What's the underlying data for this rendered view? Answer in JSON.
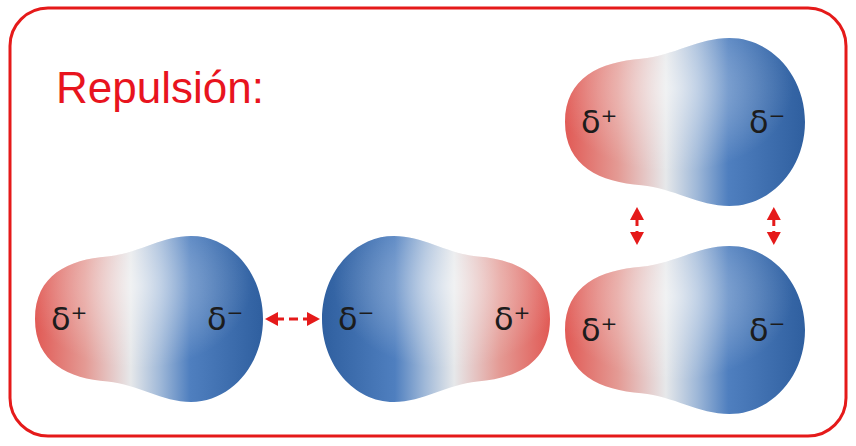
{
  "diagram": {
    "title": "Repulsión:",
    "nodes": [
      {
        "text": [
          "δ⁺",
          "δ⁻"
        ]
      },
      {
        "text": [
          "δ⁺",
          "δ⁻"
        ]
      },
      {
        "text": [
          "δ⁻",
          "δ⁺"
        ]
      },
      {
        "text": [
          "δ⁺",
          "δ⁻"
        ]
      }
    ],
    "edges": [
      {
        "from": 1,
        "to": 2,
        "arrow": "both"
      },
      {
        "from": 0,
        "to": 3,
        "arrow": "both"
      },
      {
        "from": 0,
        "to": 3,
        "arrow": "both"
      }
    ]
  }
}
